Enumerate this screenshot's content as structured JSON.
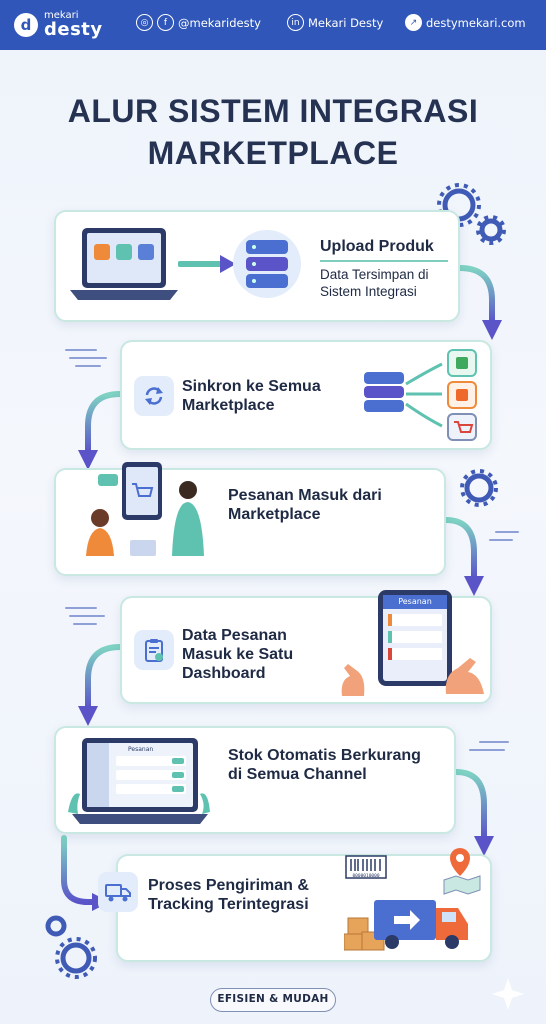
{
  "header": {
    "brand_small": "mekari",
    "brand_big": "desty",
    "instagram_handle": "@mekaridesty",
    "linkedin_name": "Mekari Desty",
    "website": "destymekari.com",
    "bar_color": "#2f56b8"
  },
  "title": {
    "line1": "ALUR SISTEM INTEGRASI",
    "line2": "MARKETPLACE"
  },
  "steps": [
    {
      "label": "Upload Produk",
      "sub1": "Data Tersimpan di",
      "sub2": "Sistem Integrasi",
      "icon": "server-stack-icon"
    },
    {
      "label1": "Sinkron ke Semua",
      "label2": "Marketplace",
      "icon": "sync-icon"
    },
    {
      "label1": "Pesanan Masuk dari",
      "label2": "Marketplace",
      "icon": "shopping-people-icon"
    },
    {
      "label1": "Data Pesanan",
      "label2": "Masuk ke Satu",
      "label3": "Dashboard",
      "tablet_title": "Pesanan",
      "icon": "clipboard-check-icon"
    },
    {
      "label1": "Stok Otomatis Berkurang",
      "label2": "di Semua Channel",
      "dashboard_title": "Pesanan",
      "icon": "dashboard-laptop-icon"
    },
    {
      "label1": "Proses Pengiriman &",
      "label2": "Tracking Terintegrasi",
      "barcode_text": "0000010000",
      "icon": "delivery-truck-icon"
    }
  ],
  "footer": {
    "tagline": "EFISIEN & MUDAH"
  },
  "colors": {
    "accent_teal": "#5fc2b0",
    "accent_purple": "#5a54c8",
    "card_border": "#c9e8e1",
    "title": "#263252"
  }
}
